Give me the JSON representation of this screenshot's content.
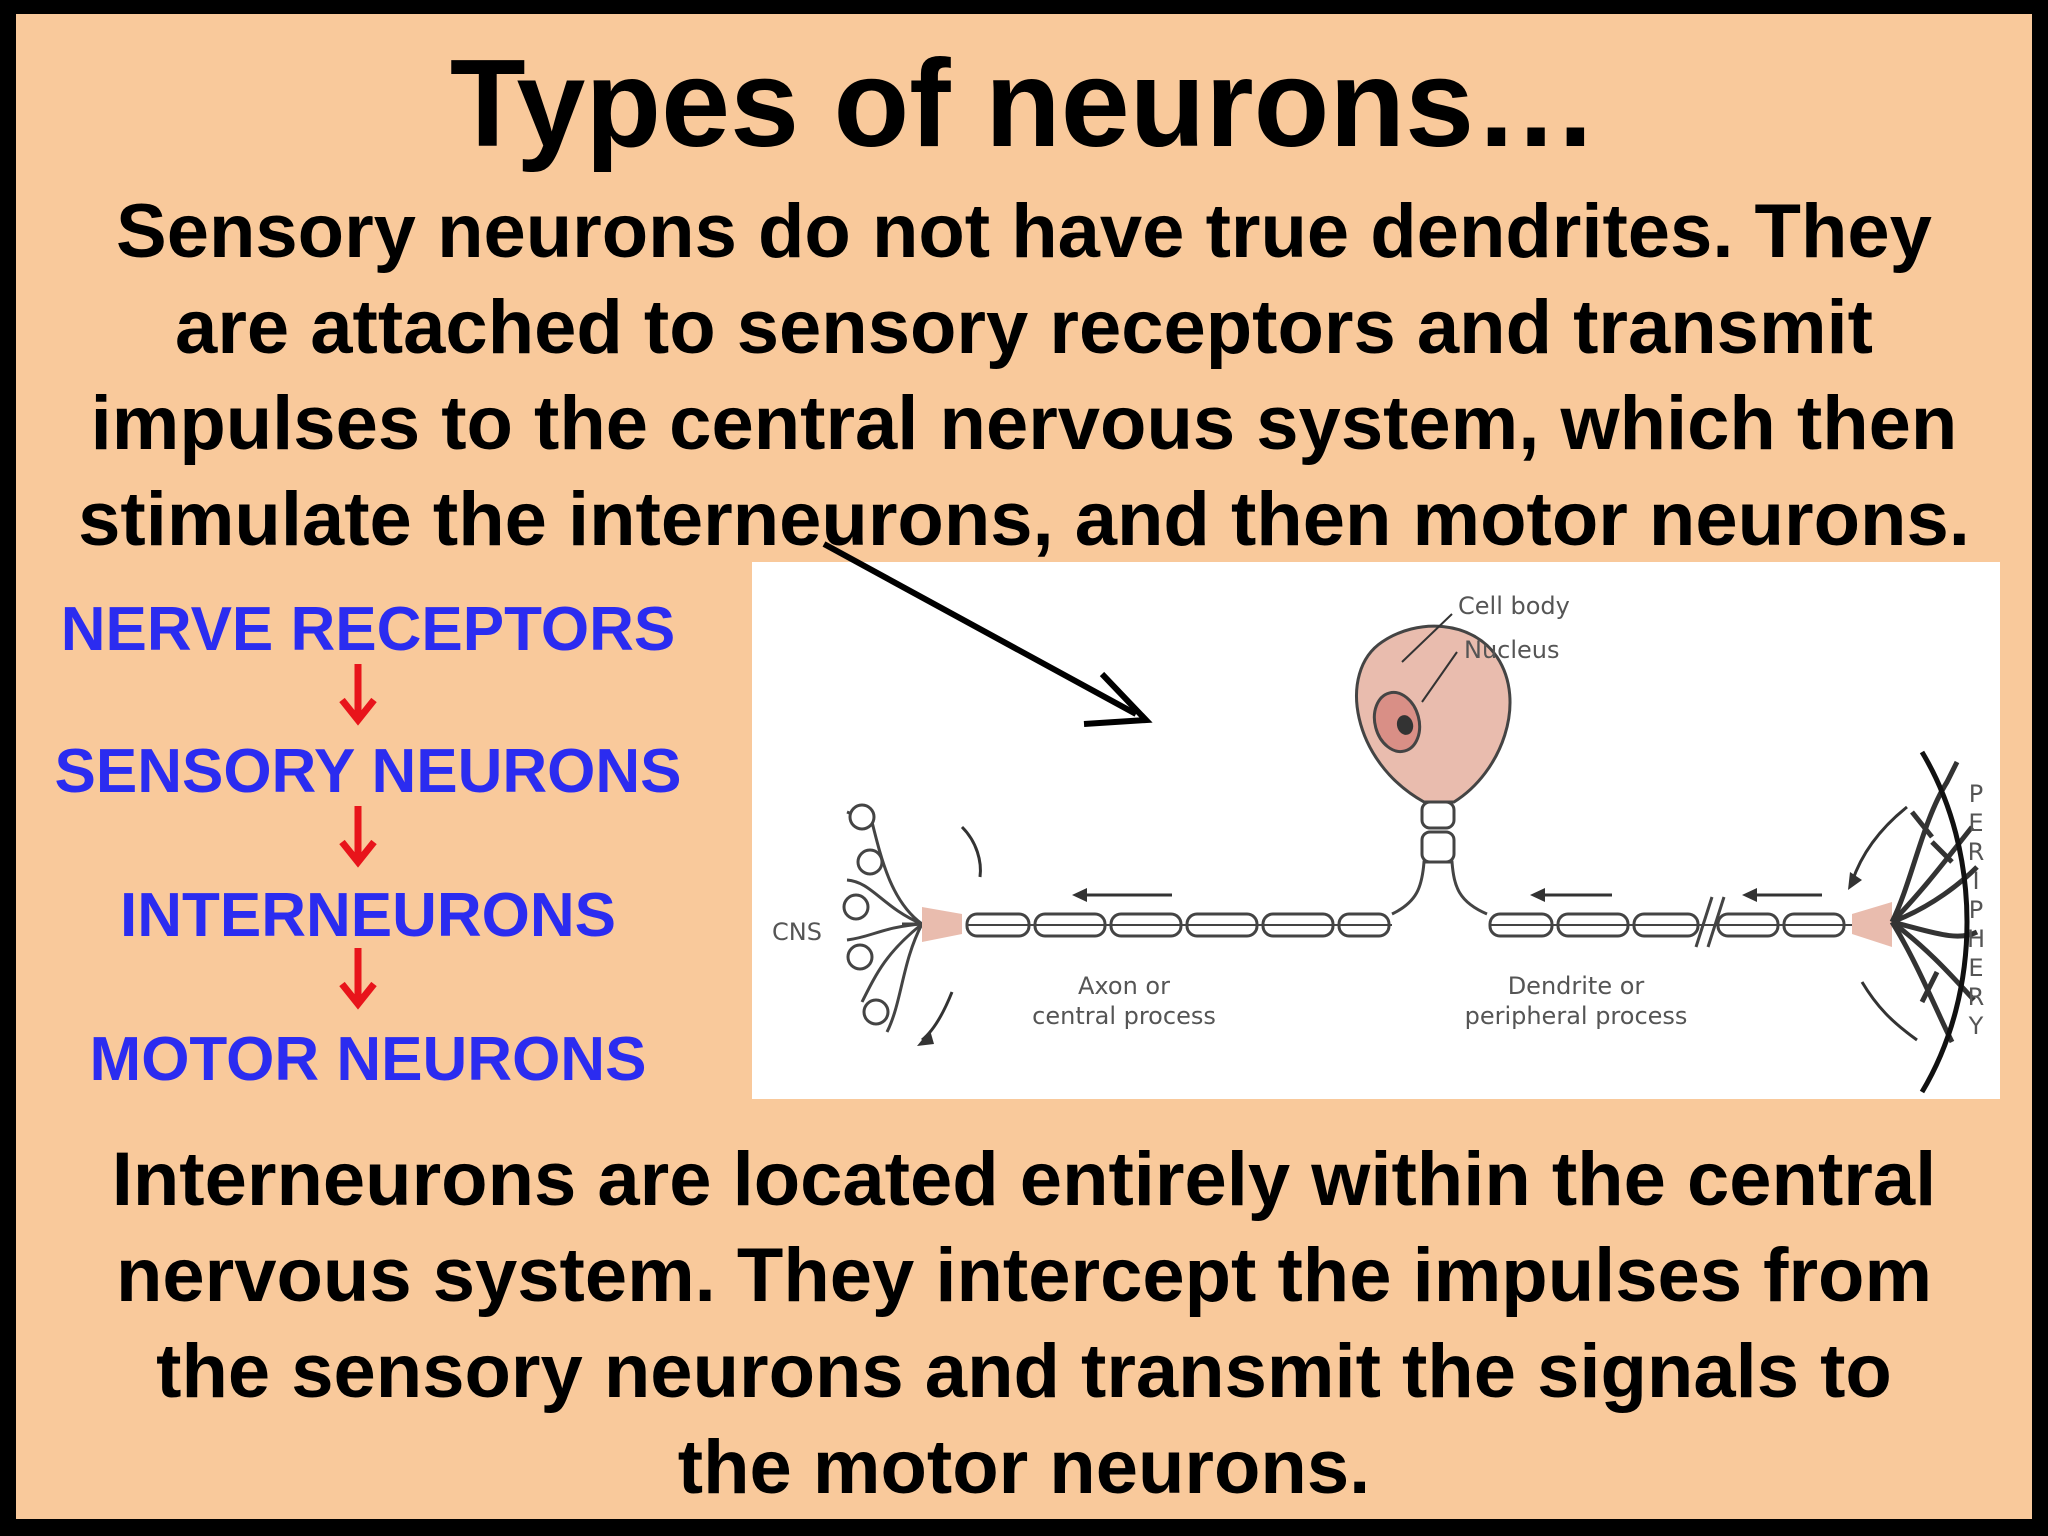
{
  "title": "Types of neurons…",
  "intro_lines": [
    "Sensory neurons do not have true dendrites.  They",
    "are attached to sensory receptors and transmit",
    "impulses to the central nervous system, which then",
    "stimulate the interneurons, and then motor neurons."
  ],
  "flow": {
    "items": [
      "NERVE RECEPTORS",
      "SENSORY NEURONS",
      "INTERNEURONS",
      "MOTOR NEURONS"
    ],
    "label_color": "#2b2cf0",
    "arrow_color": "#e8141b"
  },
  "diagram": {
    "labels": {
      "cell_body": "Cell body",
      "nucleus": "Nucleus",
      "cns": "CNS",
      "axon_line1": "Axon or",
      "axon_line2": "central process",
      "dendrite_line1": "Dendrite or",
      "dendrite_line2": "peripheral process",
      "periphery": [
        "P",
        "E",
        "R",
        "I",
        "P",
        "H",
        "E",
        "R",
        "Y"
      ]
    }
  },
  "outro_lines": [
    "Interneurons are located entirely within the central",
    "nervous system. They intercept the impulses from",
    "the sensory neurons and transmit the signals to",
    "the motor neurons."
  ],
  "colors": {
    "background": "#f9c99b",
    "frame": "#000000",
    "cell_fill": "#e9bcae"
  }
}
